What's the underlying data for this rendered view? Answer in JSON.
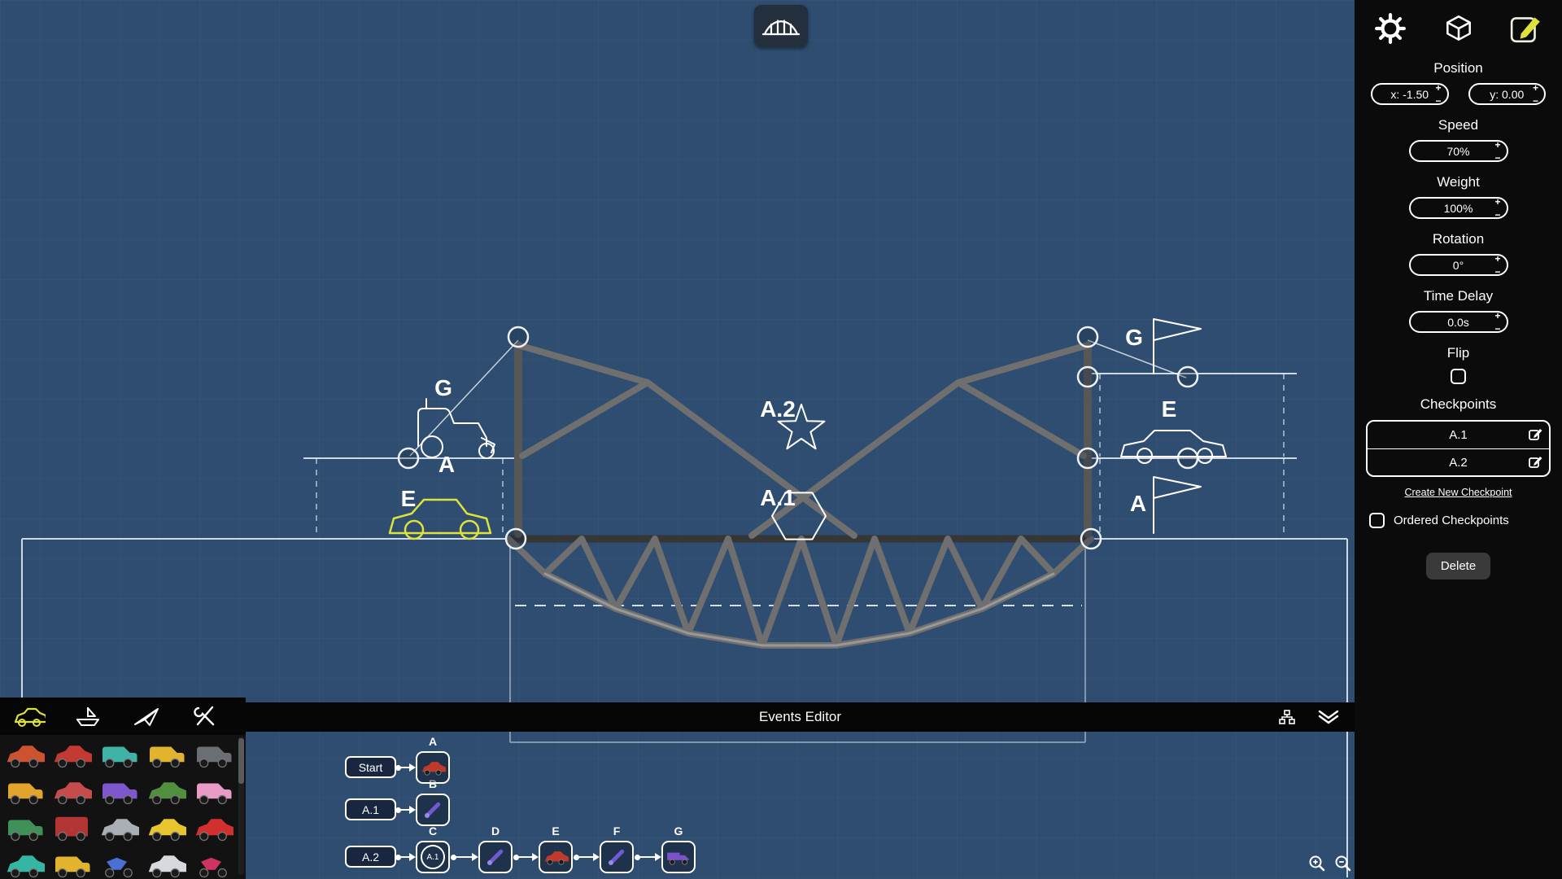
{
  "theme": {
    "canvas-bg": "#2f4d71",
    "panel-bg": "#0b0b0c",
    "accent-yellow": "#dfe23a",
    "node-red": "#c0392b",
    "node-purple": "#7b52c9"
  },
  "icons": {
    "bridge_tool": "truss-bridge",
    "settings": "gear",
    "shapes": "cube",
    "edit_vehicle": "pencil",
    "events_flow": "flow-tree",
    "collapse": "double-chevron-down",
    "zoom_in": "magnifier-plus",
    "zoom_out": "magnifier-minus",
    "vehicles_tab": "car",
    "boats_tab": "boat",
    "planes_tab": "plane",
    "tools_tab": "wrench"
  },
  "canvas": {
    "labels": [
      {
        "text": "G"
      },
      {
        "text": "A"
      },
      {
        "text": "E"
      },
      {
        "text": "A.2"
      },
      {
        "text": "A.1"
      },
      {
        "text": "G"
      },
      {
        "text": "E"
      },
      {
        "text": "A"
      }
    ]
  },
  "inspector": {
    "position_label": "Position",
    "position_x": "x: -1.50",
    "position_y": "y: 0.00",
    "speed_label": "Speed",
    "speed_value": "70%",
    "weight_label": "Weight",
    "weight_value": "100%",
    "rotation_label": "Rotation",
    "rotation_value": "0°",
    "time_delay_label": "Time Delay",
    "time_delay_value": "0.0s",
    "flip_label": "Flip",
    "checkpoints_label": "Checkpoints",
    "checkpoints": [
      {
        "name": "A.1"
      },
      {
        "name": "A.2"
      }
    ],
    "create_checkpoint_label": "Create New Checkpoint",
    "ordered_checkpoints_label": "Ordered Checkpoints",
    "delete_label": "Delete",
    "stepper_plus": "+",
    "stepper_minus": "−"
  },
  "events": {
    "title": "Events Editor",
    "triggers": [
      {
        "label": "Start"
      },
      {
        "label": "A.1"
      },
      {
        "label": "A.2"
      }
    ],
    "node_labels": [
      "A",
      "B",
      "C",
      "D",
      "E",
      "F",
      "G"
    ],
    "node_c_text": "A.1"
  },
  "palette": {
    "vehicles": [
      {
        "name": "car-orange",
        "color": "#cd5230"
      },
      {
        "name": "car-red",
        "color": "#c23a32"
      },
      {
        "name": "van-teal",
        "color": "#3fb3a5"
      },
      {
        "name": "truck-yellow",
        "color": "#e2b32c"
      },
      {
        "name": "truck-gray",
        "color": "#6b6f73"
      },
      {
        "name": "dump-truck-yellow",
        "color": "#e2a42c"
      },
      {
        "name": "scooter-red",
        "color": "#c64b4b"
      },
      {
        "name": "van-purple",
        "color": "#7e57cf"
      },
      {
        "name": "car-green",
        "color": "#4f8f3f"
      },
      {
        "name": "van-pink",
        "color": "#e89bc4"
      },
      {
        "name": "truck-green",
        "color": "#3f9159"
      },
      {
        "name": "bus-red",
        "color": "#b23434"
      },
      {
        "name": "car-silver",
        "color": "#a9afb5"
      },
      {
        "name": "taxi-yellow",
        "color": "#e6c52f"
      },
      {
        "name": "racecar-red",
        "color": "#d32f2f"
      },
      {
        "name": "car-teal",
        "color": "#35b6a2"
      },
      {
        "name": "crane-yellow",
        "color": "#e2b32c"
      },
      {
        "name": "bike-blue",
        "color": "#4b6fd2"
      },
      {
        "name": "car-white",
        "color": "#d6dade"
      },
      {
        "name": "bike-red",
        "color": "#cf3361"
      }
    ]
  }
}
